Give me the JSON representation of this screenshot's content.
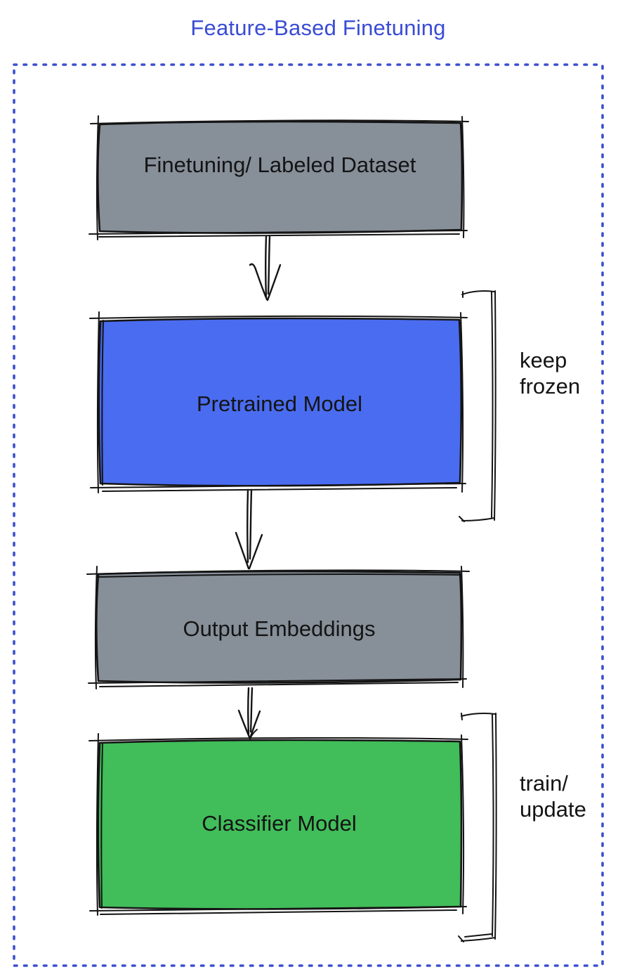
{
  "title": {
    "text": "Feature-Based Finetuning"
  },
  "colors": {
    "title_blue": "#3a4cd5",
    "frame_blue": "#3b4fd0",
    "node_gray": "#878f99",
    "node_blue": "#4a6cf0",
    "node_green": "#41bd5a",
    "ink": "#141414"
  },
  "nodes": [
    {
      "id": "finetuning-dataset",
      "label": "Finetuning/ Labeled Dataset",
      "color_key": "node_gray"
    },
    {
      "id": "pretrained-model",
      "label": "Pretrained Model",
      "color_key": "node_blue"
    },
    {
      "id": "output-embeddings",
      "label": "Output Embeddings",
      "color_key": "node_gray"
    },
    {
      "id": "classifier-model",
      "label": "Classifier Model",
      "color_key": "node_green"
    }
  ],
  "connectors": [
    {
      "from": "finetuning-dataset",
      "to": "pretrained-model"
    },
    {
      "from": "pretrained-model",
      "to": "output-embeddings"
    },
    {
      "from": "output-embeddings",
      "to": "classifier-model"
    }
  ],
  "annotations": [
    {
      "target": "pretrained-model",
      "lines": [
        "keep",
        "frozen"
      ]
    },
    {
      "target": "classifier-model",
      "lines": [
        "train/",
        "update"
      ]
    }
  ]
}
